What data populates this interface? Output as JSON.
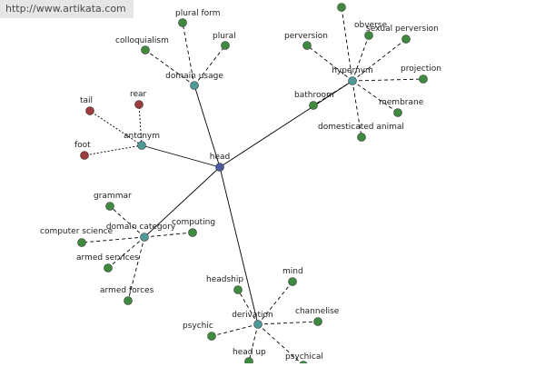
{
  "watermark": "http://www.artikata.com",
  "colors": {
    "center": "#4a5aa0",
    "hub": "#4f9a98",
    "leaf": "#3f8a3f",
    "antonym_leaf": "#9b3b3b",
    "edge": "#000000"
  },
  "graph": {
    "center": "head",
    "hubs": [
      "domain usage",
      "hypernym",
      "antonym",
      "domain category",
      "derivation"
    ],
    "leaves": {
      "domain usage": [
        "plural form",
        "colloquialism",
        "plural"
      ],
      "hypernym": [
        "perversion",
        "obverse",
        "sexual perversion",
        "projection",
        "membrane",
        "domesticated animal",
        "bathroom",
        ""
      ],
      "antonym": [
        "tail",
        "rear",
        "foot"
      ],
      "domain category": [
        "grammar",
        "computing",
        "computer science",
        "armed services",
        "armed forces"
      ],
      "derivation": [
        "headship",
        "mind",
        "channelise",
        "psychic",
        "head up",
        "psychical"
      ]
    }
  }
}
